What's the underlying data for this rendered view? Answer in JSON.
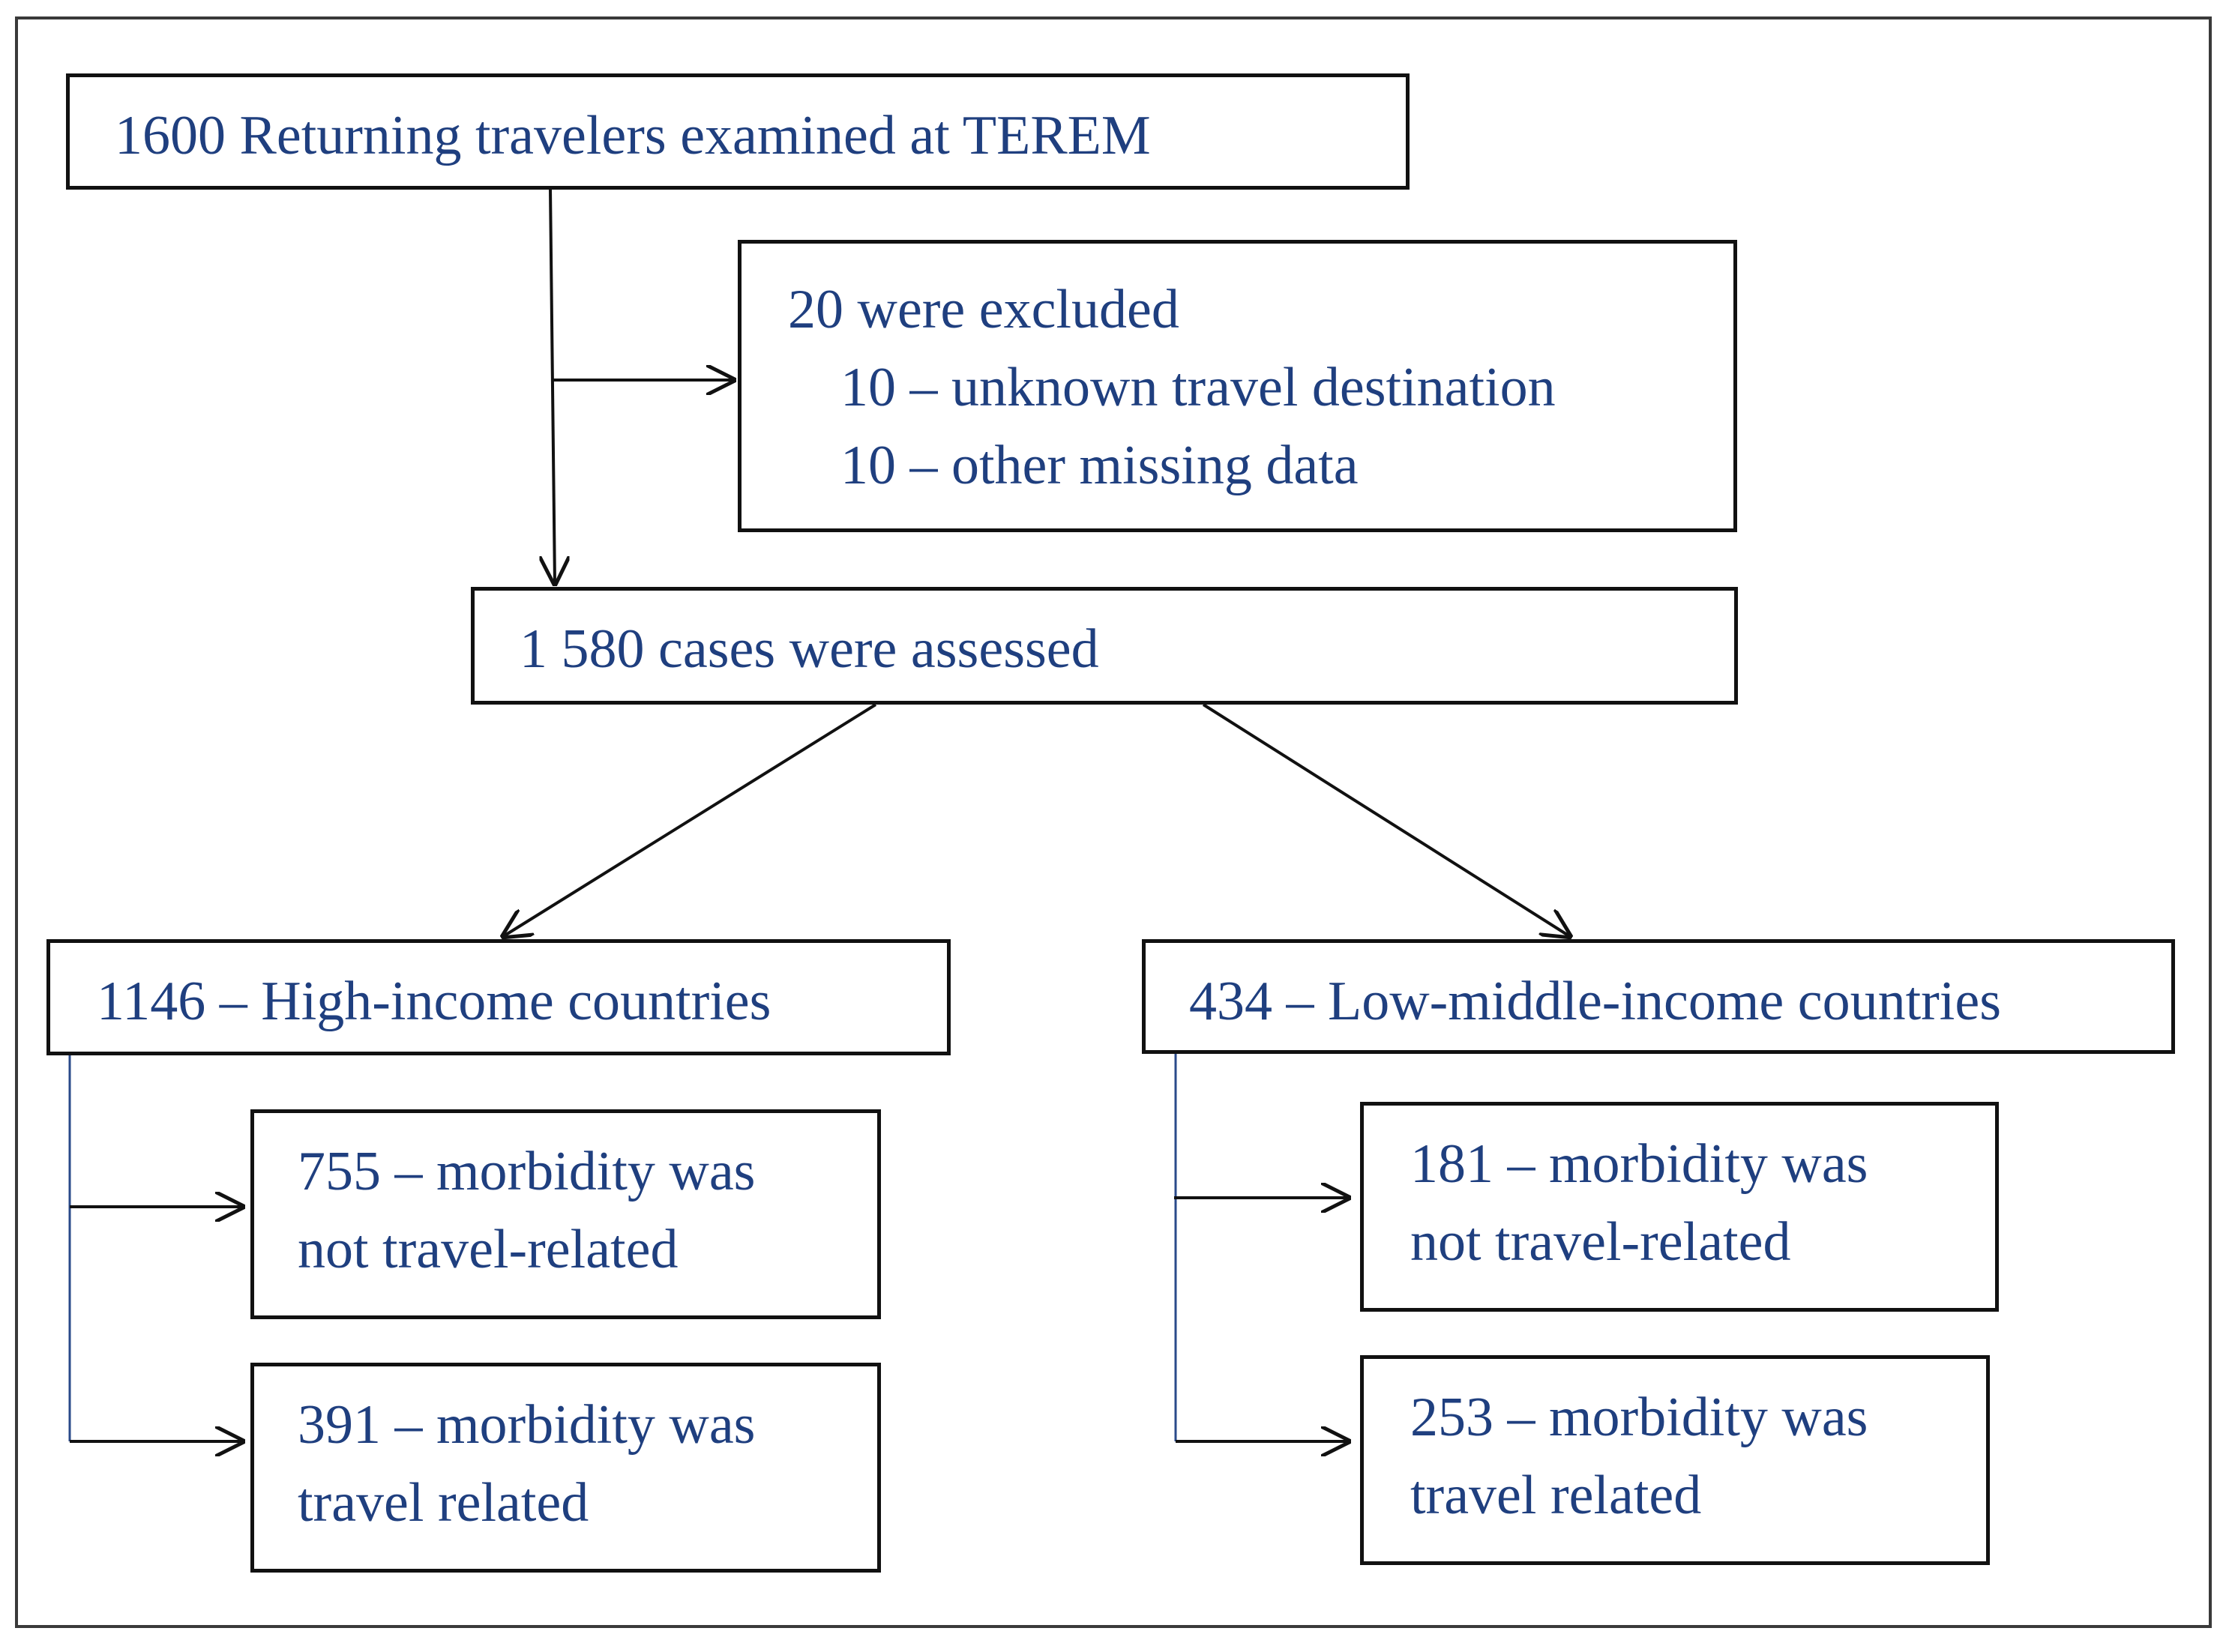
{
  "flowchart": {
    "top": {
      "text": "1600 Returning travelers examined at TEREM"
    },
    "excluded": {
      "title": "20 were excluded",
      "reasons": [
        "10 – unknown travel destination",
        "10 – other missing data"
      ]
    },
    "assessed": {
      "text": "1 580 cases were assessed"
    },
    "high_income": {
      "title": "1146 – High-income countries",
      "not_travel": [
        "755 – morbidity was",
        "not travel-related"
      ],
      "travel": [
        "391 – morbidity was",
        "travel related"
      ]
    },
    "low_middle_income": {
      "title": "434 – Low-middle-income countries",
      "not_travel": [
        "181 – morbidity was",
        "not travel-related"
      ],
      "travel": [
        "253 – morbidity was",
        "travel related"
      ]
    }
  },
  "colors": {
    "text": "#1f3f7f",
    "border": "#111111",
    "branch_line": "#2a4a8a"
  }
}
